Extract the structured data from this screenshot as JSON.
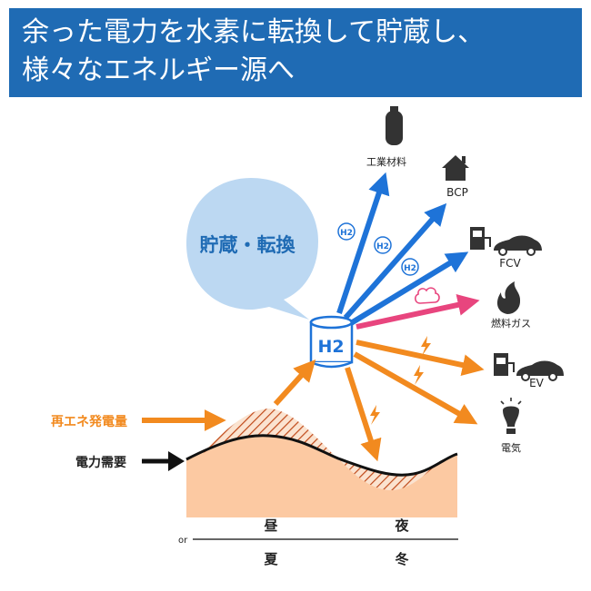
{
  "title": {
    "line1": "余った電力を水素に転換して貯蔵し、",
    "line2": "様々なエネルギー源へ"
  },
  "bubble": {
    "label": "貯蔵・転換"
  },
  "tank": {
    "label": "H2"
  },
  "h2_badge": "H2",
  "destinations": {
    "industrial": "工業材料",
    "bcp": "BCP",
    "fcv": "FCV",
    "fuel_gas": "燃料ガス",
    "ev": "EV",
    "electricity": "電気"
  },
  "left_labels": {
    "renewable": "再エネ発電量",
    "demand": "電力需要"
  },
  "axis": {
    "or": "or",
    "day": "昼",
    "night": "夜",
    "summer": "夏",
    "winter": "冬"
  },
  "colors": {
    "title_bg": "#1f6bb4",
    "blue_arrow": "#1e73d8",
    "orange_arrow": "#f28a1f",
    "pink_arrow": "#e8457e",
    "area_fill": "#fcc9a2",
    "bubble_fill": "#bcd8f2"
  }
}
